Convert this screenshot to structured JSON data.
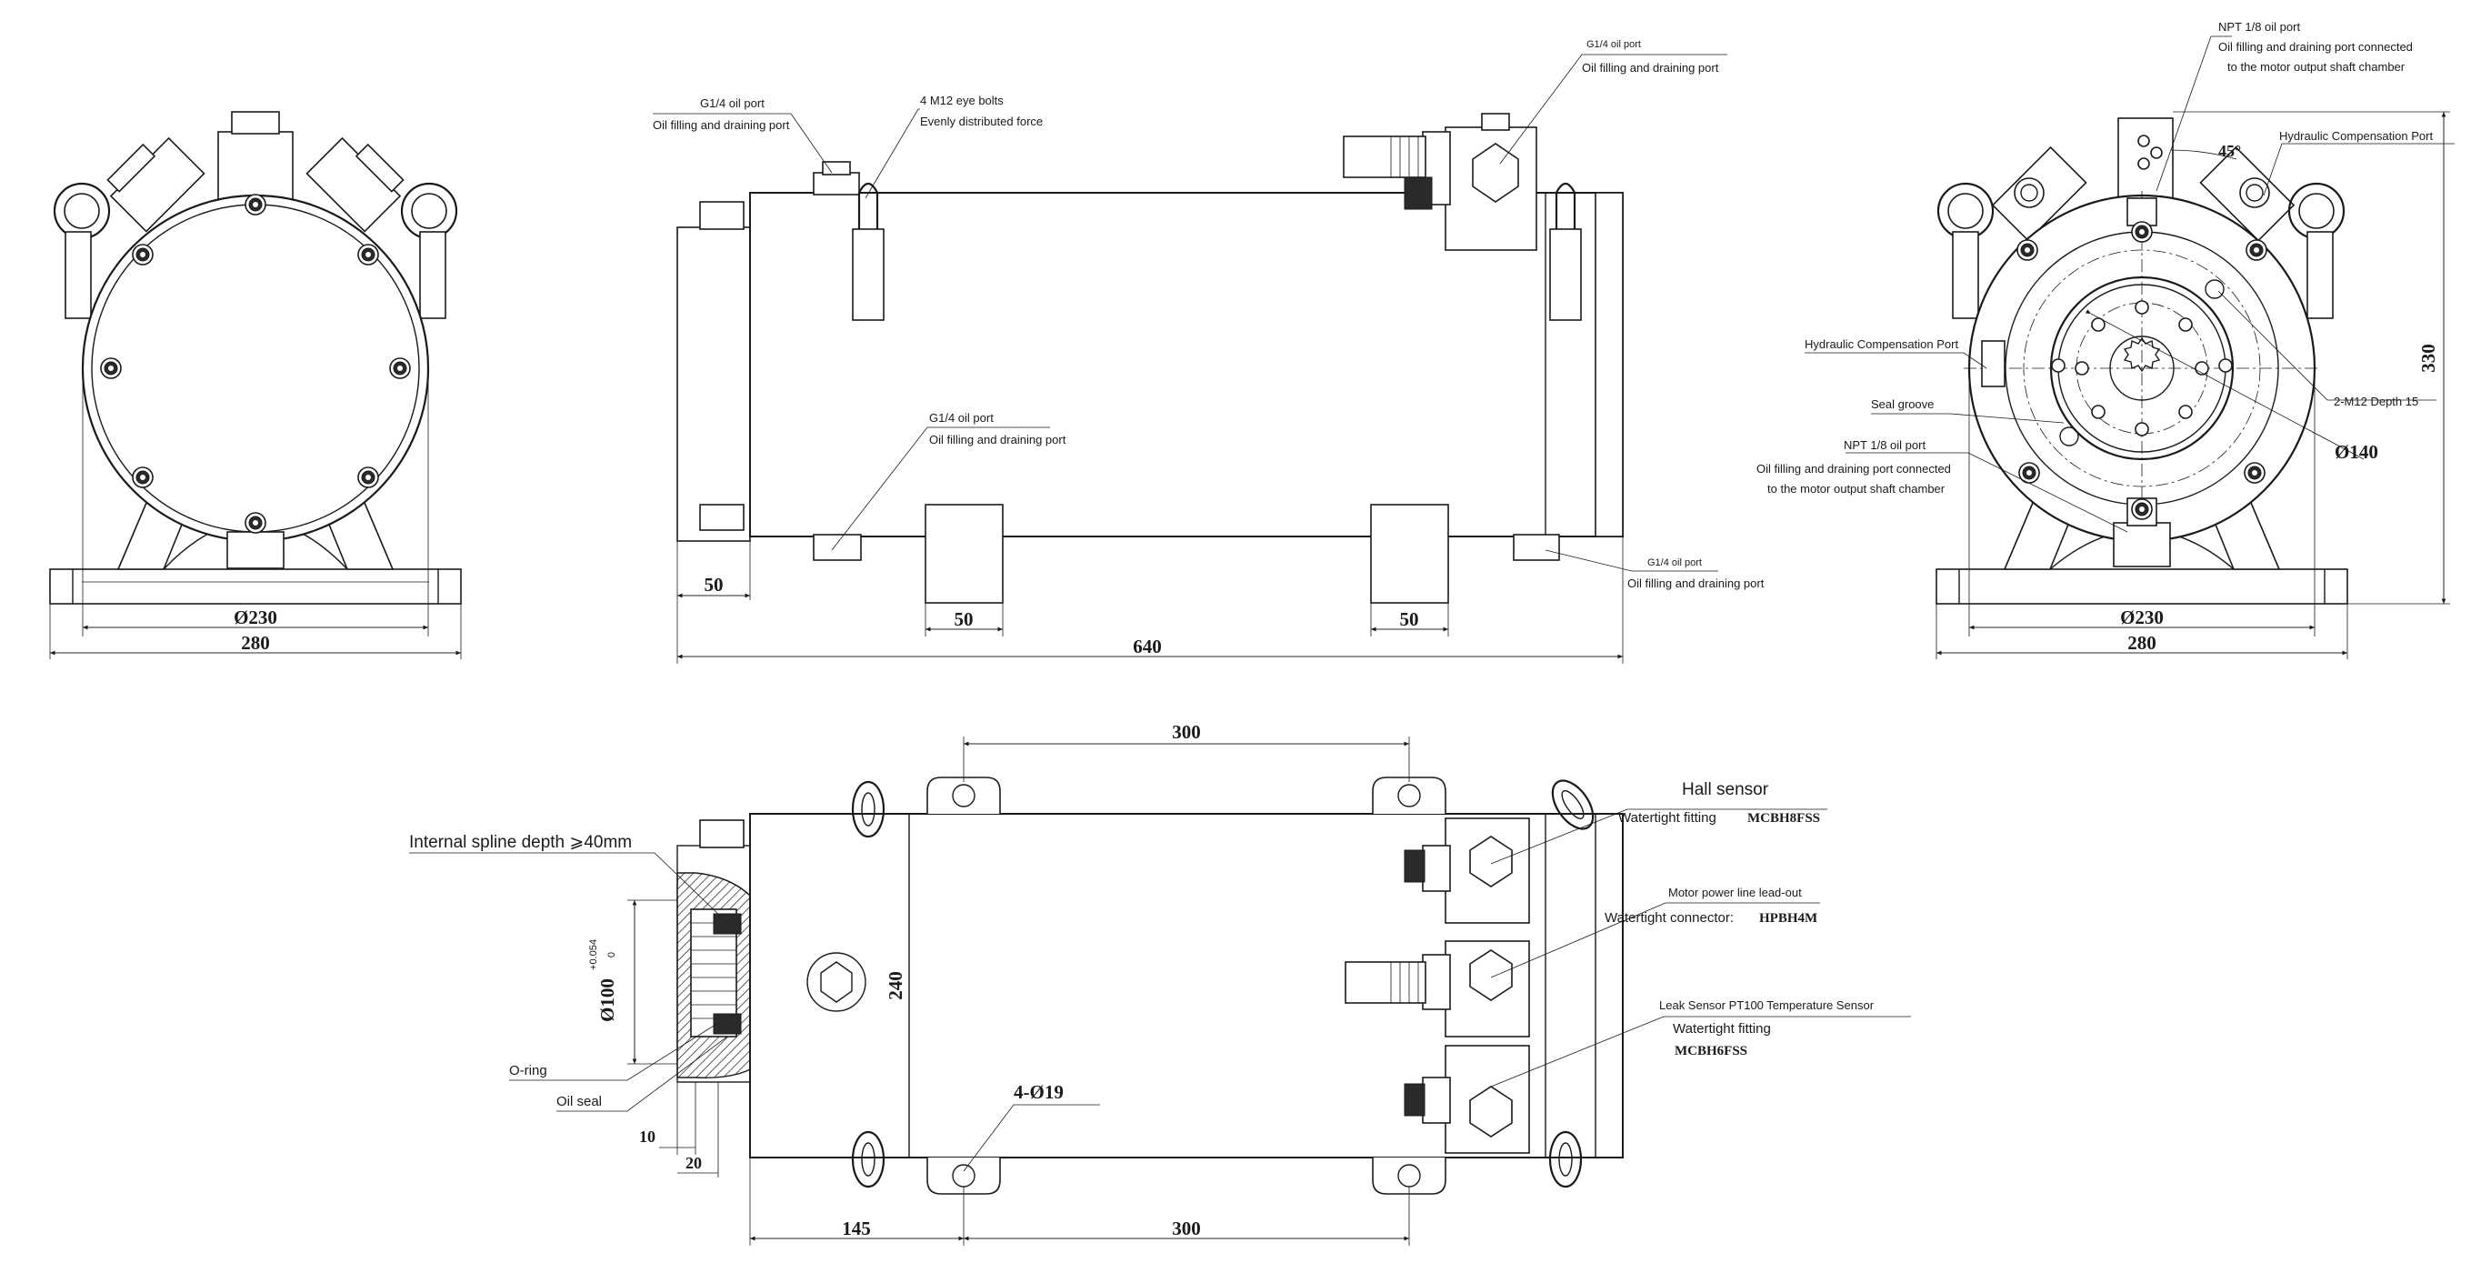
{
  "labels": {
    "g14_port_tl": "G1/4 oil port",
    "oil_fill_tl": "Oil filling and draining port",
    "eye_bolts": "4 M12 eye bolts",
    "even_force": "Evenly distributed force",
    "g14_port_tr": "G1/4 oil port",
    "oil_fill_tr": "Oil filling and draining port",
    "g14_port_mid": "G1/4 oil port",
    "oil_fill_mid": "Oil filling and draining port",
    "g14_port_br": "G1/4 oil port",
    "oil_fill_br": "Oil filling and draining port",
    "npt_top": "NPT 1/8 oil port",
    "npt_top_desc1": "Oil filling and draining port connected",
    "npt_top_desc2": "to the motor output shaft chamber",
    "hyd_comp_top": "Hydraulic Compensation Port",
    "hyd_comp_left": "Hydraulic Compensation Port",
    "seal_groove": "Seal groove",
    "npt_bottom": "NPT 1/8 oil port",
    "npt_bottom_desc1": "Oil filling and draining port connected",
    "npt_bottom_desc2": "to the motor output shaft chamber",
    "m12_depth": "2-M12 Depth 15",
    "angle_45": "45°",
    "hall_sensor": "Hall sensor",
    "watertight_fitting_1": "Watertight fitting",
    "mcbh8fss": "MCBH8FSS",
    "motor_power": "Motor power line lead-out",
    "watertight_connector": "Watertight connector:",
    "hpbh4m": "HPBH4M",
    "leak_sensor": "Leak Sensor PT100 Temperature Sensor",
    "watertight_fitting_2": "Watertight fitting",
    "mcbh6fss": "MCBH6FSS",
    "internal_spline": "Internal spline depth ⩾40mm",
    "o_ring": "O-ring",
    "oil_seal": "Oil seal"
  },
  "dims": {
    "d230_left": "Ø230",
    "w280_left": "280",
    "d230_right": "Ø230",
    "w280_right": "280",
    "h330": "330",
    "d140": "Ø140",
    "w50_a": "50",
    "w50_b": "50",
    "w50_c": "50",
    "w640": "640",
    "w300_top": "300",
    "w300_bottom": "300",
    "w145": "145",
    "h240": "240",
    "holes": "4-Ø19",
    "d100": "Ø100",
    "tol_up": "+0.054",
    "tol_low": "0",
    "w10": "10",
    "w20": "20"
  }
}
